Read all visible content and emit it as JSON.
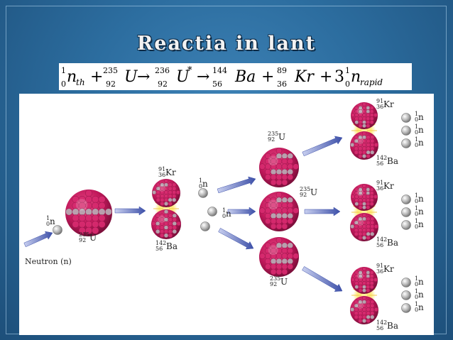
{
  "slide": {
    "title": "Reactia in lant",
    "colors": {
      "background": "#2c6d9f",
      "nucleus": "#c2185b",
      "neutron": "#a0a0a0",
      "arrow": "#4a5fb0"
    }
  },
  "equation": {
    "n_th": {
      "mass": "1",
      "atomic": "0",
      "symbol": "n",
      "sub": "th"
    },
    "plus1": "+",
    "u235": {
      "mass": "235",
      "atomic": "92",
      "symbol": "U"
    },
    "arrow1": "→",
    "u236": {
      "mass": "236",
      "atomic": "92",
      "symbol": "U",
      "sup": "*"
    },
    "arrow2": "→",
    "ba": {
      "mass": "144",
      "atomic": "56",
      "symbol": "Ba"
    },
    "plus2": "+",
    "kr": {
      "mass": "89",
      "atomic": "36",
      "symbol": "Kr"
    },
    "plus3": "+",
    "coef": "3",
    "n_rapid": {
      "mass": "1",
      "atomic": "0",
      "symbol": "n",
      "sub": "rapid"
    }
  },
  "diagram": {
    "neutron_label": "Neutron (n)",
    "neutron": {
      "mass": "1",
      "atomic": "0",
      "symbol": "n"
    },
    "uranium": {
      "mass": "235",
      "atomic": "92",
      "symbol": "U"
    },
    "krypton": {
      "mass": "91",
      "atomic": "36",
      "symbol": "Kr"
    },
    "barium": {
      "mass": "142",
      "atomic": "56",
      "symbol": "Ba"
    }
  }
}
